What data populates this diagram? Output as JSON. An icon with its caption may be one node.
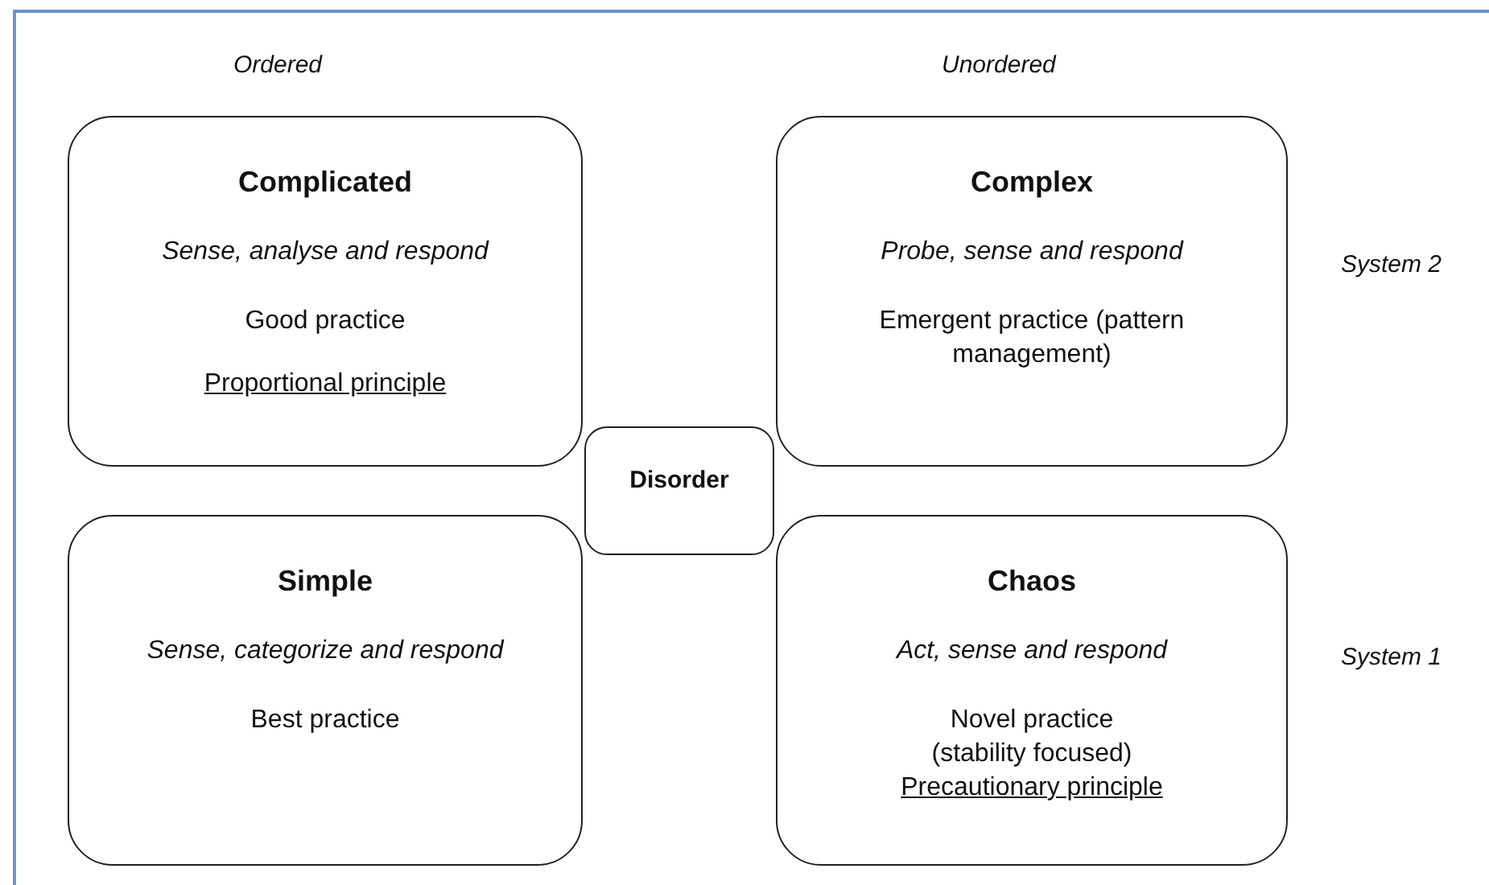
{
  "diagram": {
    "nodes": [
      {
        "text": [
          "Complicated",
          "Sense, analyse and respond",
          "Good practice",
          "Proportional principle"
        ]
      },
      {
        "text": [
          "Complex",
          "Probe, sense and respond",
          "Emergent practice (pattern management)"
        ]
      },
      {
        "text": [
          "Disorder"
        ]
      },
      {
        "text": [
          "Simple",
          "Sense, categorize and respond",
          "Best practice"
        ]
      },
      {
        "text": [
          "Chaos",
          "Act, sense and respond",
          "Novel practice (stability focused)",
          "Precautionary principle"
        ]
      }
    ],
    "labels": [
      "Ordered",
      "Unordered",
      "System 2",
      "System 1"
    ]
  }
}
